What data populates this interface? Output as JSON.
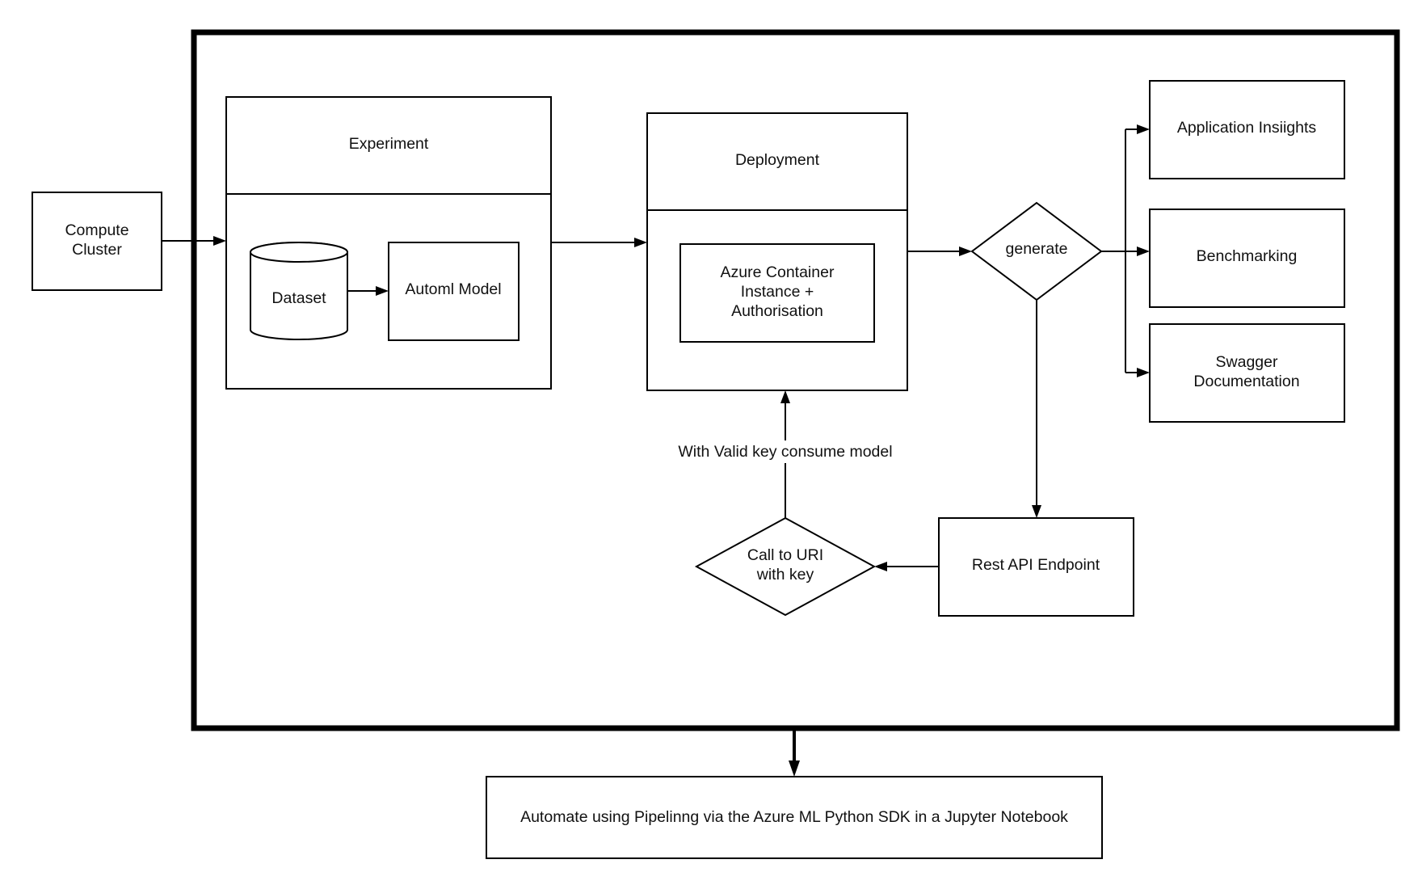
{
  "diagram": {
    "nodes": {
      "compute_cluster": {
        "lines": [
          "Compute",
          "Cluster"
        ]
      },
      "experiment": {
        "title": "Experiment"
      },
      "dataset": {
        "label": "Dataset"
      },
      "automl_model": {
        "label": "Automl Model"
      },
      "deployment": {
        "title": "Deployment"
      },
      "azure_container": {
        "lines": [
          "Azure Container",
          "Instance +",
          "Authorisation"
        ]
      },
      "generate": {
        "label": "generate"
      },
      "application_insights": {
        "label": "Application Insiights"
      },
      "benchmarking": {
        "label": "Benchmarking"
      },
      "swagger_documentation": {
        "lines": [
          "Swagger",
          "Documentation"
        ]
      },
      "rest_api_endpoint": {
        "label": "Rest API Endpoint"
      },
      "call_to_uri": {
        "lines": [
          "Call to URI",
          "with key"
        ]
      },
      "automate_pipelining": {
        "label": "Automate using Pipelinng via the Azure ML Python SDK in a Jupyter Notebook"
      }
    },
    "edges": [
      {
        "from": "compute_cluster",
        "to": "experiment",
        "label": ""
      },
      {
        "from": "dataset",
        "to": "automl_model",
        "label": ""
      },
      {
        "from": "experiment",
        "to": "deployment",
        "label": ""
      },
      {
        "from": "deployment",
        "to": "generate",
        "label": ""
      },
      {
        "from": "generate",
        "to": "application_insights",
        "label": ""
      },
      {
        "from": "generate",
        "to": "benchmarking",
        "label": ""
      },
      {
        "from": "generate",
        "to": "swagger_documentation",
        "label": ""
      },
      {
        "from": "generate",
        "to": "rest_api_endpoint",
        "label": ""
      },
      {
        "from": "rest_api_endpoint",
        "to": "call_to_uri",
        "label": ""
      },
      {
        "from": "call_to_uri",
        "to": "deployment",
        "label": "With Valid key consume model"
      },
      {
        "from": "pipeline_frame",
        "to": "automate_pipelining",
        "label": ""
      }
    ]
  }
}
